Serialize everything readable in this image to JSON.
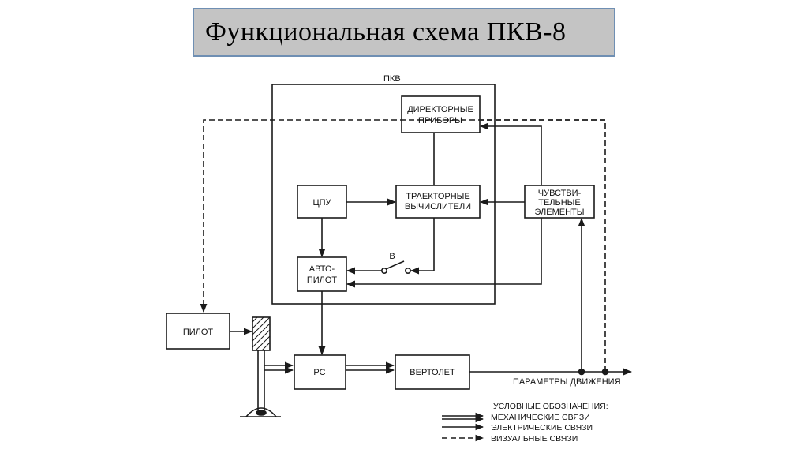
{
  "title": "Функциональная схема ПКВ-8",
  "diagram": {
    "container_label": "ПКВ",
    "blocks": {
      "director_line1": "ДИРЕКТОРНЫЕ",
      "director_line2": "ПРИБОРЫ",
      "cpu": "ЦПУ",
      "traj_line1": "ТРАЕКТОРНЫЕ",
      "traj_line2": "ВЫЧИСЛИТЕЛИ",
      "sens_line1": "ЧУВСТВИ-",
      "sens_line2": "ТЕЛЬНЫЕ",
      "sens_line3": "ЭЛЕМЕНТЫ",
      "autopilot_line1": "АВТО-",
      "autopilot_line2": "ПИЛОТ",
      "pilot": "ПИЛОТ",
      "rs": "РС",
      "helicopter": "ВЕРТОЛЕТ"
    },
    "switch_label": "В",
    "output_label": "ПАРАМЕТРЫ ДВИЖЕНИЯ"
  },
  "legend": {
    "title": "УСЛОВНЫЕ ОБОЗНАЧЕНИЯ:",
    "mechanical": "МЕХАНИЧЕСКИЕ СВЯЗИ",
    "electrical": "ЭЛЕКТРИЧЕСКИЕ СВЯЗИ",
    "visual": "ВИЗУАЛЬНЫЕ СВЯЗИ"
  },
  "colors": {
    "title_bg": "#c4c4c4",
    "title_border": "#6f8fb3",
    "line": "#1a1a1a"
  }
}
